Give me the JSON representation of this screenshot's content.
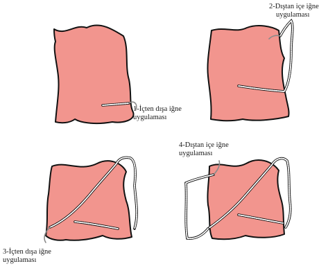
{
  "colors": {
    "tissue": "#F2958E",
    "outline": "#111111",
    "suture": "#ffffff",
    "needle": "#8a8a8a"
  },
  "steps": [
    {
      "label_line1": "1-İçten dışa iğne",
      "label_line2": "uygulaması"
    },
    {
      "label_line1": "2-Dıştan içe iğne",
      "label_line2": "uygulaması"
    },
    {
      "label_line1": "3-İçten dışa iğne",
      "label_line2": "uygulaması"
    },
    {
      "label_line1": "4-Dıştan içe iğne",
      "label_line2": "uygulaması"
    }
  ]
}
